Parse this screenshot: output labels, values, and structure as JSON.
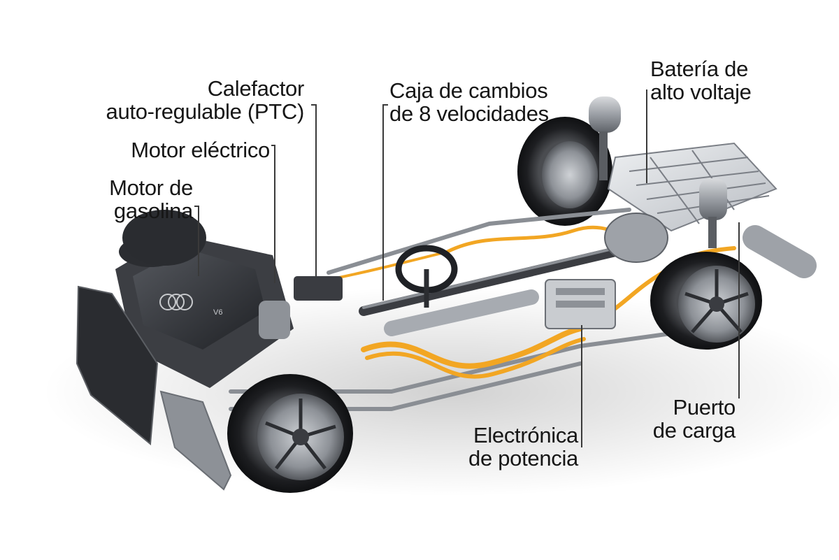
{
  "labels": {
    "ptc_heater": [
      "Calefactor",
      "auto-regulable (PTC)"
    ],
    "electric_motor": [
      "Motor eléctrico"
    ],
    "gasoline_engine": [
      "Motor de",
      "gasolina"
    ],
    "gearbox": [
      "Caja de cambios",
      "de 8 velocidades"
    ],
    "hv_battery": [
      "Batería de",
      "alto voltaje"
    ],
    "power_electronics": [
      "Electrónica",
      "de potencia"
    ],
    "charging_port": [
      "Puerto",
      "de carga"
    ]
  },
  "engine_badge": "V6",
  "colors": {
    "hv_cable": "#f2a623",
    "chassis": "#7b7f86",
    "dark_part": "#2b2d31",
    "battery": "#d6d9dd",
    "leader_line": "#3a3a3a"
  }
}
